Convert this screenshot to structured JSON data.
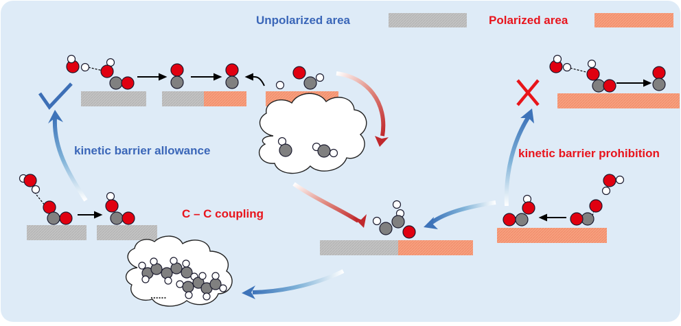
{
  "legend": {
    "unpolarized_label": "Unpolarized area",
    "polarized_label": "Polarized area"
  },
  "labels": {
    "allowance": "kinetic barrier allowance",
    "prohibition": "kinetic barrier prohibition",
    "coupling": "C – C coupling",
    "ellipsis": "......"
  },
  "colors": {
    "background": "#deebf7",
    "unpolarized": "#c0c0c0",
    "polarized": "#f59a7a",
    "oxygen": "#e0000f",
    "carbon": "#808080",
    "hydrogen": "#ffffff",
    "blue_text": "#3a66b8",
    "red_text": "#e8141c"
  },
  "icons": {
    "allowed": "check-icon",
    "prohibited": "cross-icon"
  }
}
